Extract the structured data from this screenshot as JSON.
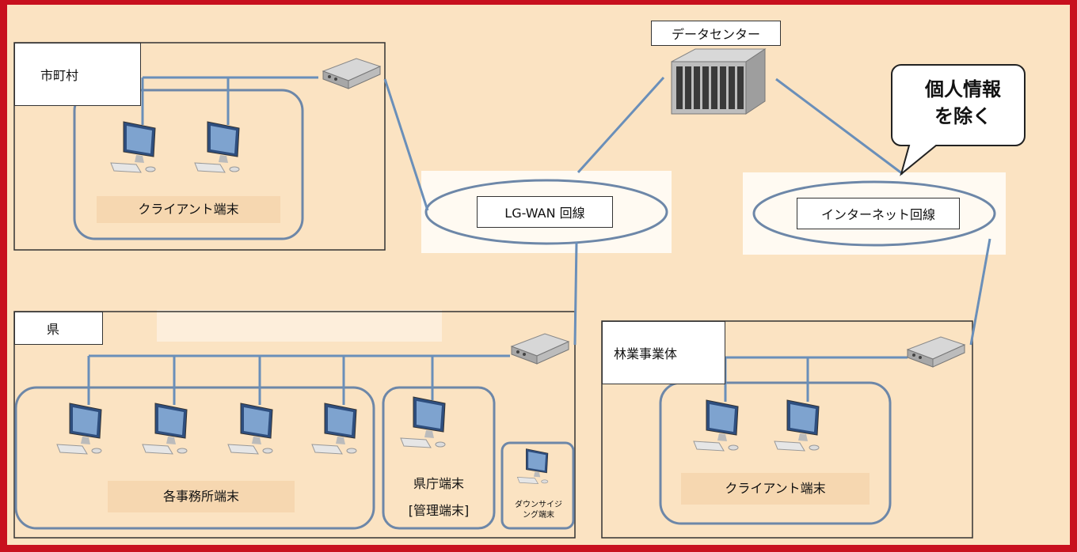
{
  "nodes": {
    "municipality": "市町村",
    "prefecture": "県",
    "forestry": "林業事業体",
    "datacenter": "データセンター",
    "lgwan": "LG-WAN 回線",
    "internet": "インターネット回線",
    "note": [
      "個人情報",
      "を除く"
    ]
  },
  "groups": {
    "municipality_clients": "クライアント端末",
    "office_terminals": "各事務所端末",
    "pref_office": "県庁端末",
    "admin": "[管理端末]",
    "downsizing": [
      "ダウンサイジ",
      "ング端末"
    ],
    "forestry_clients": "クライアント端末"
  },
  "icons": {
    "router": "router-icon",
    "server": "server-icon",
    "computer": "desktop-computer-icon"
  },
  "colors": {
    "frame": "#c8101e",
    "background": "#fbe3c2",
    "line": "#6a8fb9",
    "group_border": "#6d87a8"
  }
}
